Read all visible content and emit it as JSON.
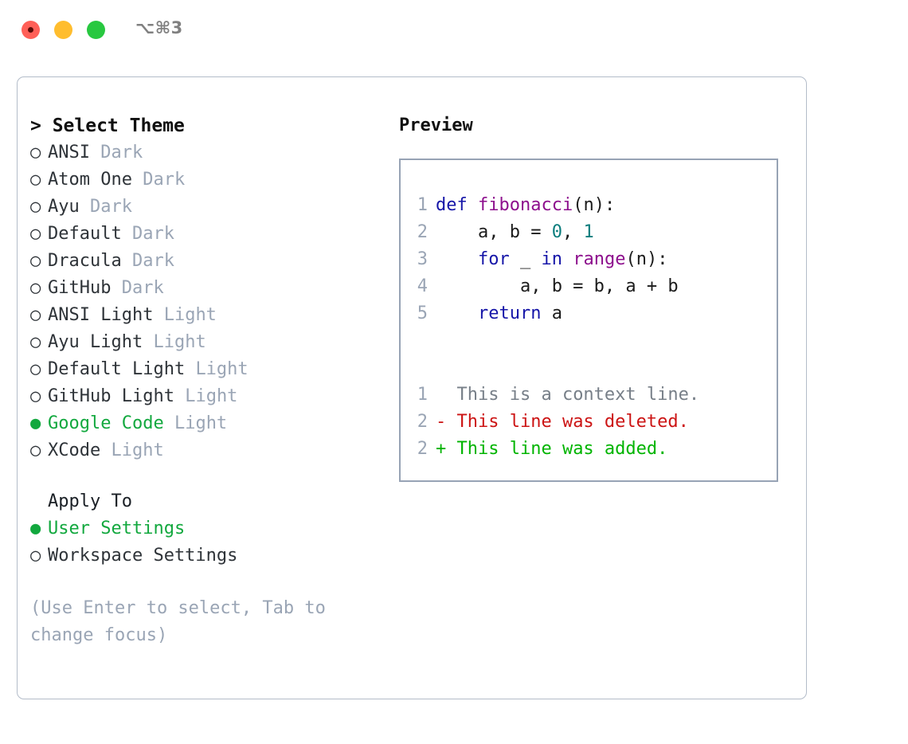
{
  "titlebar": {
    "shortcut": "⌥⌘3",
    "buttons": [
      {
        "name": "close",
        "color": "#ff5f57"
      },
      {
        "name": "minimize",
        "color": "#ffbd2e"
      },
      {
        "name": "zoom",
        "color": "#28c840"
      }
    ]
  },
  "theme_picker": {
    "heading": "> Select Theme",
    "items": [
      {
        "bullet": "○",
        "name": "ANSI",
        "variant": "Dark",
        "selected": false
      },
      {
        "bullet": "○",
        "name": "Atom One",
        "variant": "Dark",
        "selected": false
      },
      {
        "bullet": "○",
        "name": "Ayu",
        "variant": "Dark",
        "selected": false
      },
      {
        "bullet": "○",
        "name": "Default",
        "variant": "Dark",
        "selected": false
      },
      {
        "bullet": "○",
        "name": "Dracula",
        "variant": "Dark",
        "selected": false
      },
      {
        "bullet": "○",
        "name": "GitHub",
        "variant": "Dark",
        "selected": false
      },
      {
        "bullet": "○",
        "name": "ANSI Light",
        "variant": "Light",
        "selected": false
      },
      {
        "bullet": "○",
        "name": "Ayu Light",
        "variant": "Light",
        "selected": false
      },
      {
        "bullet": "○",
        "name": "Default Light",
        "variant": "Light",
        "selected": false
      },
      {
        "bullet": "○",
        "name": "GitHub Light",
        "variant": "Light",
        "selected": false
      },
      {
        "bullet": "●",
        "name": "Google Code",
        "variant": "Light",
        "selected": true
      },
      {
        "bullet": "○",
        "name": "XCode",
        "variant": "Light",
        "selected": false
      }
    ]
  },
  "apply_to": {
    "heading": "Apply To",
    "options": [
      {
        "bullet": "●",
        "name": "User Settings",
        "selected": true
      },
      {
        "bullet": "○",
        "name": "Workspace Settings",
        "selected": false
      }
    ]
  },
  "hint": "(Use Enter to select, Tab to change focus)",
  "preview": {
    "heading": "Preview",
    "code_lines": [
      {
        "number": "1",
        "tokens": [
          {
            "text": "def ",
            "kind": "kw"
          },
          {
            "text": "fibonacci",
            "kind": "fn"
          },
          {
            "text": "(n):",
            "kind": "pl"
          }
        ]
      },
      {
        "number": "2",
        "tokens": [
          {
            "text": "    a, b = ",
            "kind": "pl"
          },
          {
            "text": "0",
            "kind": "num"
          },
          {
            "text": ", ",
            "kind": "pl"
          },
          {
            "text": "1",
            "kind": "num"
          }
        ]
      },
      {
        "number": "3",
        "tokens": [
          {
            "text": "    for",
            "kind": "kw"
          },
          {
            "text": " _ ",
            "kind": "pl"
          },
          {
            "text": "in",
            "kind": "kw"
          },
          {
            "text": " ",
            "kind": "pl"
          },
          {
            "text": "range",
            "kind": "fn"
          },
          {
            "text": "(n):",
            "kind": "pl"
          }
        ]
      },
      {
        "number": "4",
        "tokens": [
          {
            "text": "        a, b = b, a + b",
            "kind": "pl"
          }
        ]
      },
      {
        "number": "5",
        "tokens": [
          {
            "text": "    return",
            "kind": "kw"
          },
          {
            "text": " a",
            "kind": "pl"
          }
        ]
      }
    ],
    "diff_lines": [
      {
        "number": "1",
        "marker": " ",
        "text": " This is a context line.",
        "kind": "ctx"
      },
      {
        "number": "2",
        "marker": "-",
        "text": " This line was deleted.",
        "kind": "del"
      },
      {
        "number": "2",
        "marker": "+",
        "text": " This line was added.",
        "kind": "add"
      }
    ]
  },
  "colors": {
    "accent_green": "#12a83e",
    "keyword_blue": "#1616a8",
    "function_purple": "#8d0f8d",
    "number_teal": "#0b7d7d",
    "muted_grey": "#9aa5b5",
    "diff_deleted_red": "#cc1414",
    "diff_added_green": "#00b400",
    "panel_border": "#b3bcc9",
    "preview_border": "#97a3b5"
  }
}
